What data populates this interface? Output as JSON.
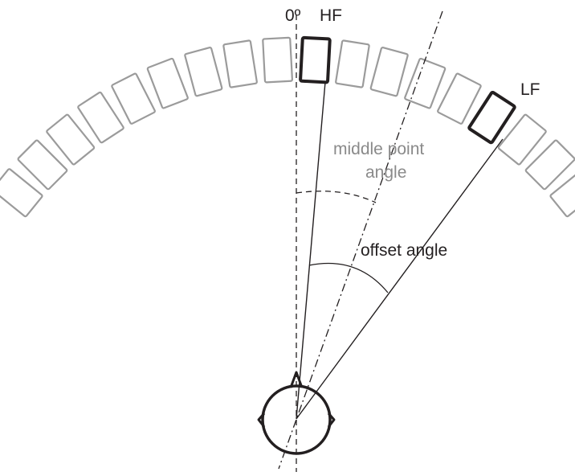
{
  "labels": {
    "zero": "0º",
    "hf": "HF",
    "lf": "LF",
    "middle_line1": "middle point",
    "middle_line2": "angle",
    "offset": "offset angle"
  },
  "arc": {
    "speaker_count_left": 9,
    "speaker_count_right": 9,
    "highlighted": [
      "HF",
      "LF"
    ]
  },
  "colors": {
    "line": "#231f20",
    "speaker_outline": "#9b9b9b",
    "speaker_highlight": "#231f20",
    "text_grey": "#8a8a8a",
    "background": "#ffffff"
  }
}
